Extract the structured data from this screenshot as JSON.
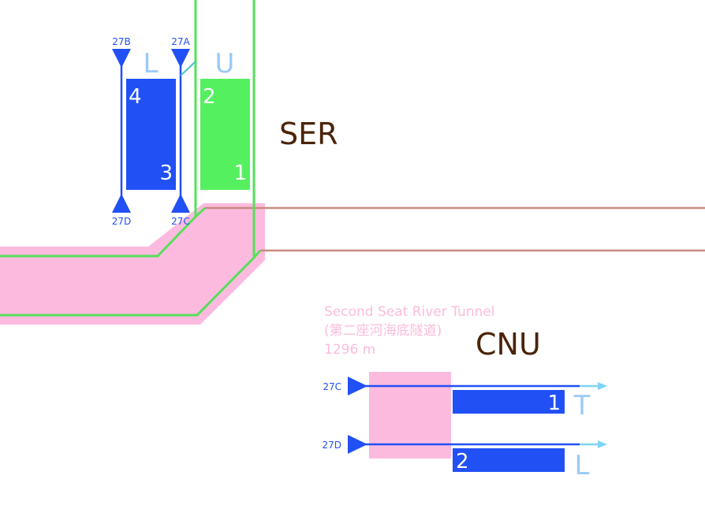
{
  "colors": {
    "tunnel_pink": "#fdbadf",
    "track_green": "#55e05a",
    "platform_blue": "#2150f5",
    "platform_green": "#55f060",
    "signal_blue": "#2150f5",
    "direction_light_blue": "#9ccaf5",
    "arrow_cyan": "#7fd3f7",
    "station_brown": "#4a2408",
    "rail_brown": "#c88a80",
    "tunnel_text_pink": "#fbbcdc"
  },
  "stations": [
    {
      "code": "SER"
    },
    {
      "code": "CNU"
    }
  ],
  "ser": {
    "direction_labels": {
      "left": "L",
      "right": "U"
    },
    "platforms": [
      {
        "id": "blue-platform",
        "numbers": [
          "4",
          "3"
        ]
      },
      {
        "id": "green-platform",
        "numbers": [
          "2",
          "1"
        ]
      }
    ],
    "signals": {
      "top": [
        "27B",
        "27A"
      ],
      "bottom": [
        "27D",
        "27C"
      ]
    }
  },
  "tunnel": {
    "name_en": "Second Seat River Tunnel",
    "name_zh": "(第二座河海底隧道)",
    "length": "1296 m"
  },
  "cnu": {
    "tracks": [
      {
        "signal": "27C",
        "platform": "1",
        "direction": "T"
      },
      {
        "signal": "27D",
        "platform": "2",
        "direction": "L"
      }
    ]
  }
}
